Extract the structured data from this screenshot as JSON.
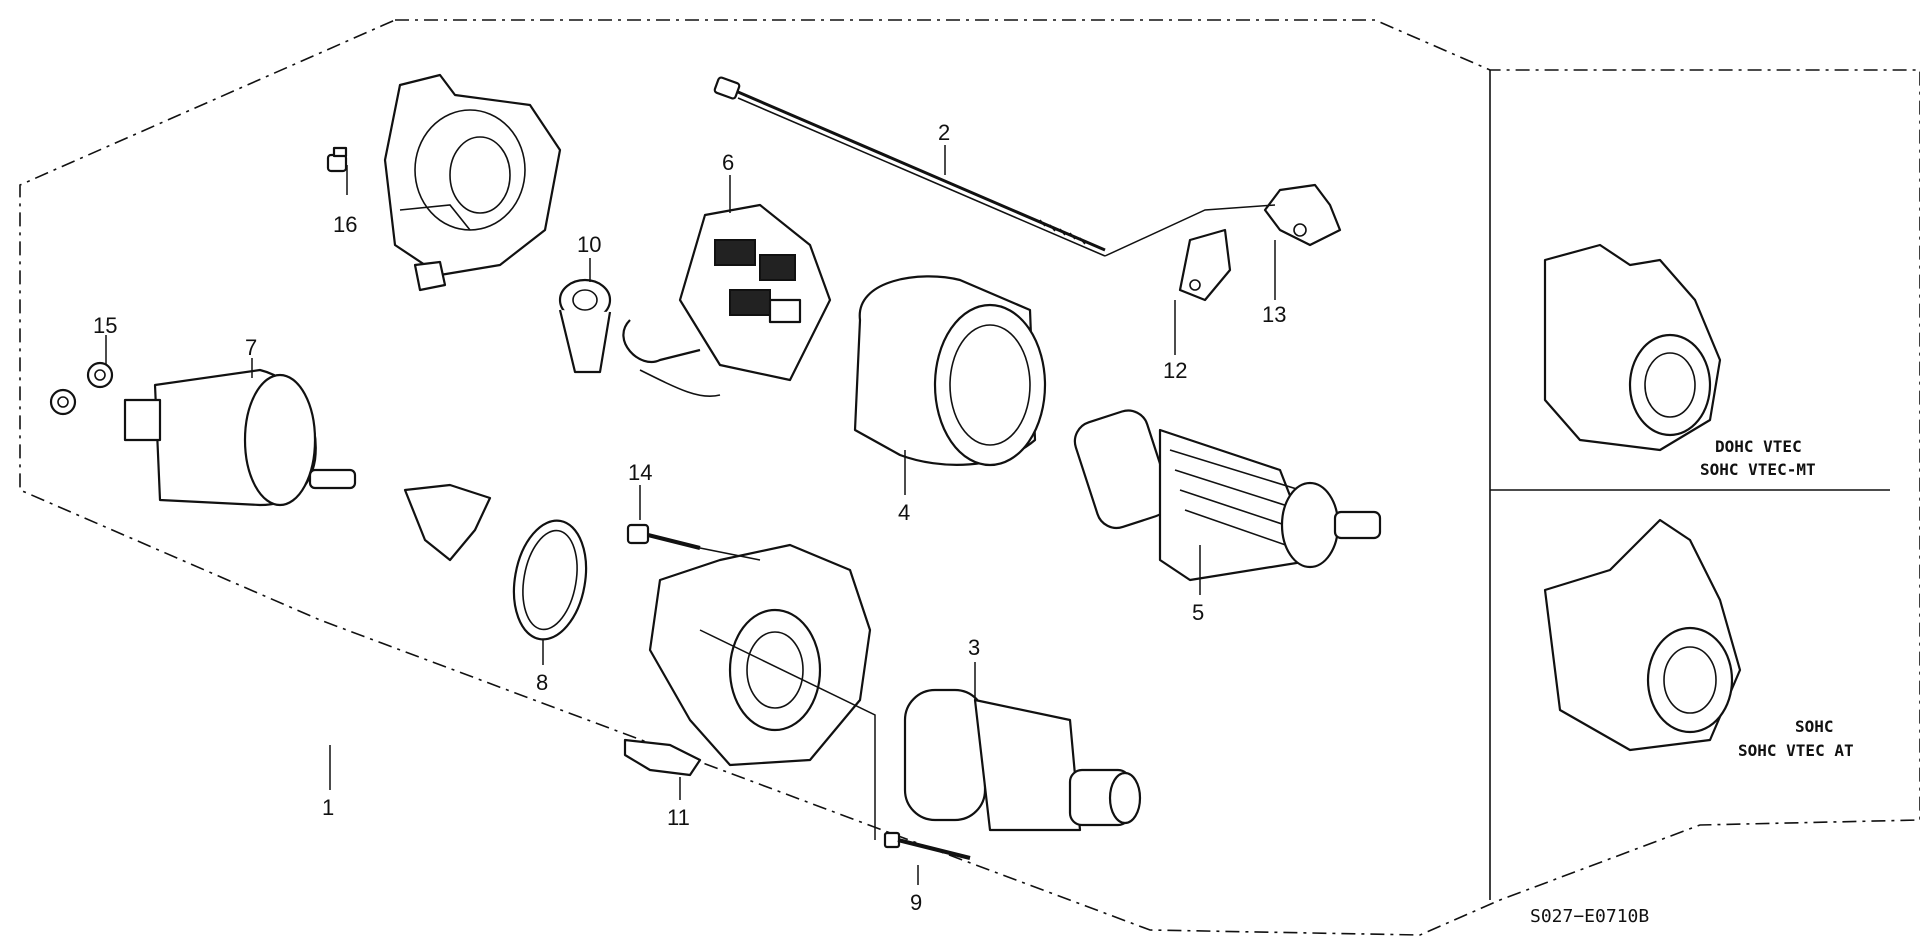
{
  "callouts": {
    "c1": "1",
    "c2": "2",
    "c3": "3",
    "c4": "4",
    "c5": "5",
    "c6": "6",
    "c7": "7",
    "c8": "8",
    "c9": "9",
    "c10": "10",
    "c11": "11",
    "c12": "12",
    "c13": "13",
    "c14": "14",
    "c15": "15",
    "c16": "16"
  },
  "variants": {
    "upper_line1": "DOHC VTEC",
    "upper_line2": "SOHC VTEC-MT",
    "lower_line1": "SOHC",
    "lower_line2": "SOHC VTEC AT"
  },
  "diagram_code": "S027−E0710B",
  "colors": {
    "ink": "#111111",
    "paper": "#ffffff"
  }
}
